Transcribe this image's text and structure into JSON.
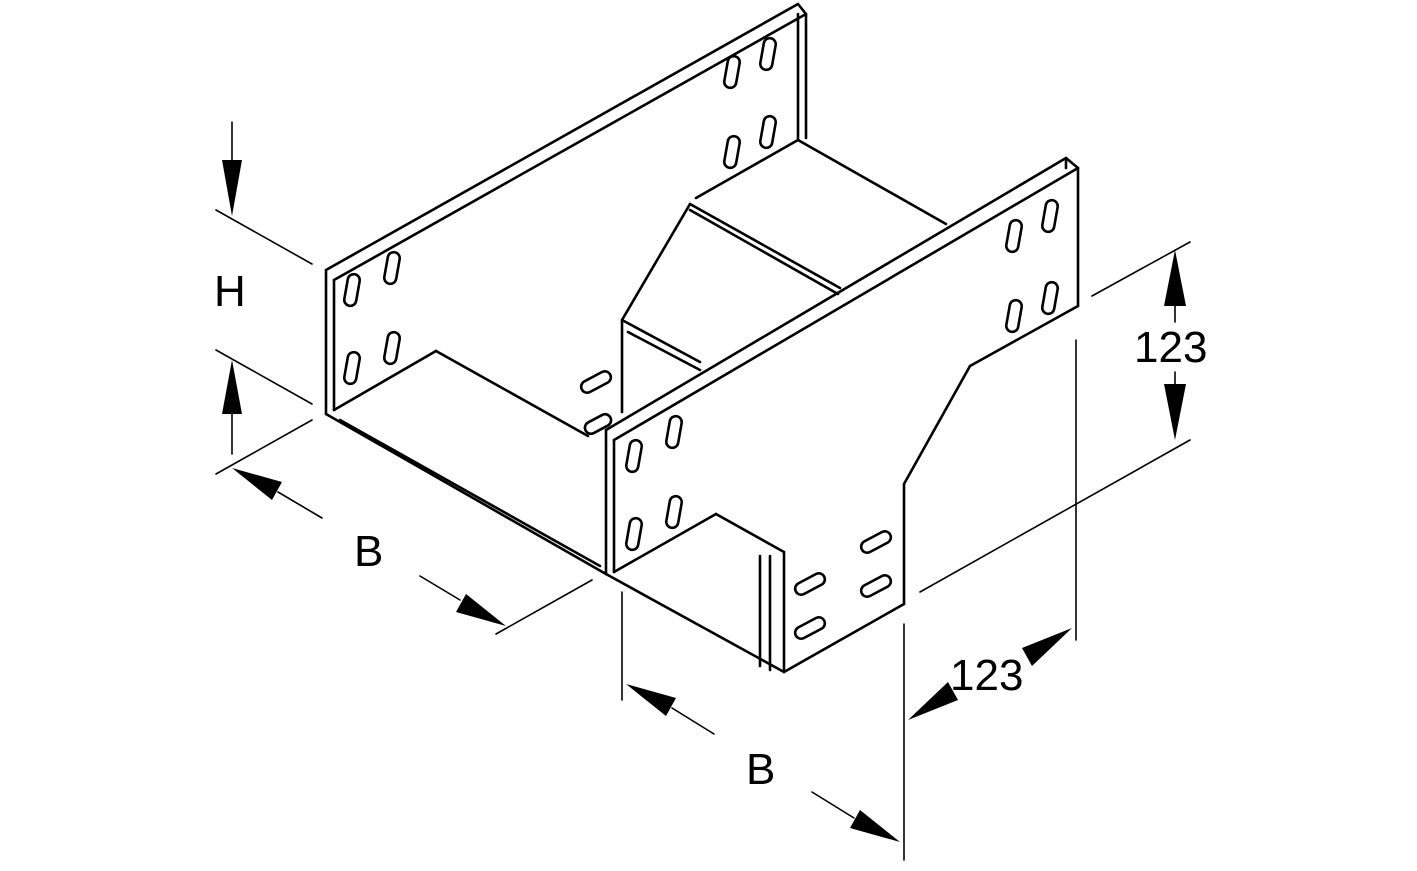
{
  "dimensions": {
    "height_label": "H",
    "left_width_label": "B",
    "bottom_width_label": "B",
    "vertical_offset_label": "123",
    "horizontal_offset_label": "123"
  },
  "colors": {
    "line": "#000000",
    "background": "#ffffff"
  }
}
